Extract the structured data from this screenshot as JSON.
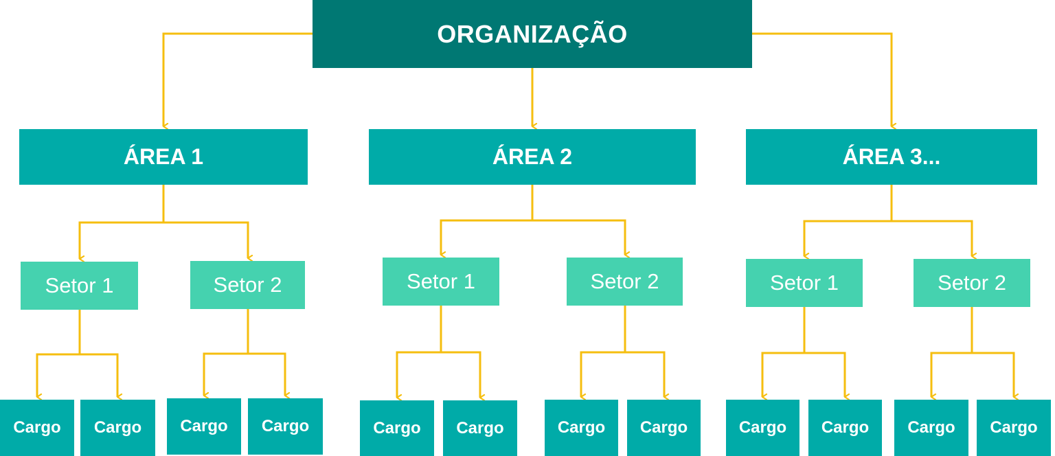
{
  "organization": {
    "label": "ORGANIZAÇÃO"
  },
  "areas": [
    {
      "label": "ÁREA 1",
      "setores": [
        {
          "label": "Setor 1",
          "cargos": [
            "Cargo",
            "Cargo"
          ]
        },
        {
          "label": "Setor 2",
          "cargos": [
            "Cargo",
            "Cargo"
          ]
        }
      ]
    },
    {
      "label": "ÁREA 2",
      "setores": [
        {
          "label": "Setor 1",
          "cargos": [
            "Cargo",
            "Cargo"
          ]
        },
        {
          "label": "Setor 2",
          "cargos": [
            "Cargo",
            "Cargo"
          ]
        }
      ]
    },
    {
      "label": "ÁREA 3...",
      "setores": [
        {
          "label": "Setor 1",
          "cargos": [
            "Cargo",
            "Cargo"
          ]
        },
        {
          "label": "Setor 2",
          "cargos": [
            "Cargo",
            "Cargo"
          ]
        }
      ]
    }
  ],
  "colors": {
    "organization": "#007873",
    "area": "#00ABA8",
    "setor": "#45D2AF",
    "cargo": "#00ABA8",
    "connector": "#F5BE0F",
    "text": "#FFFFFF"
  }
}
